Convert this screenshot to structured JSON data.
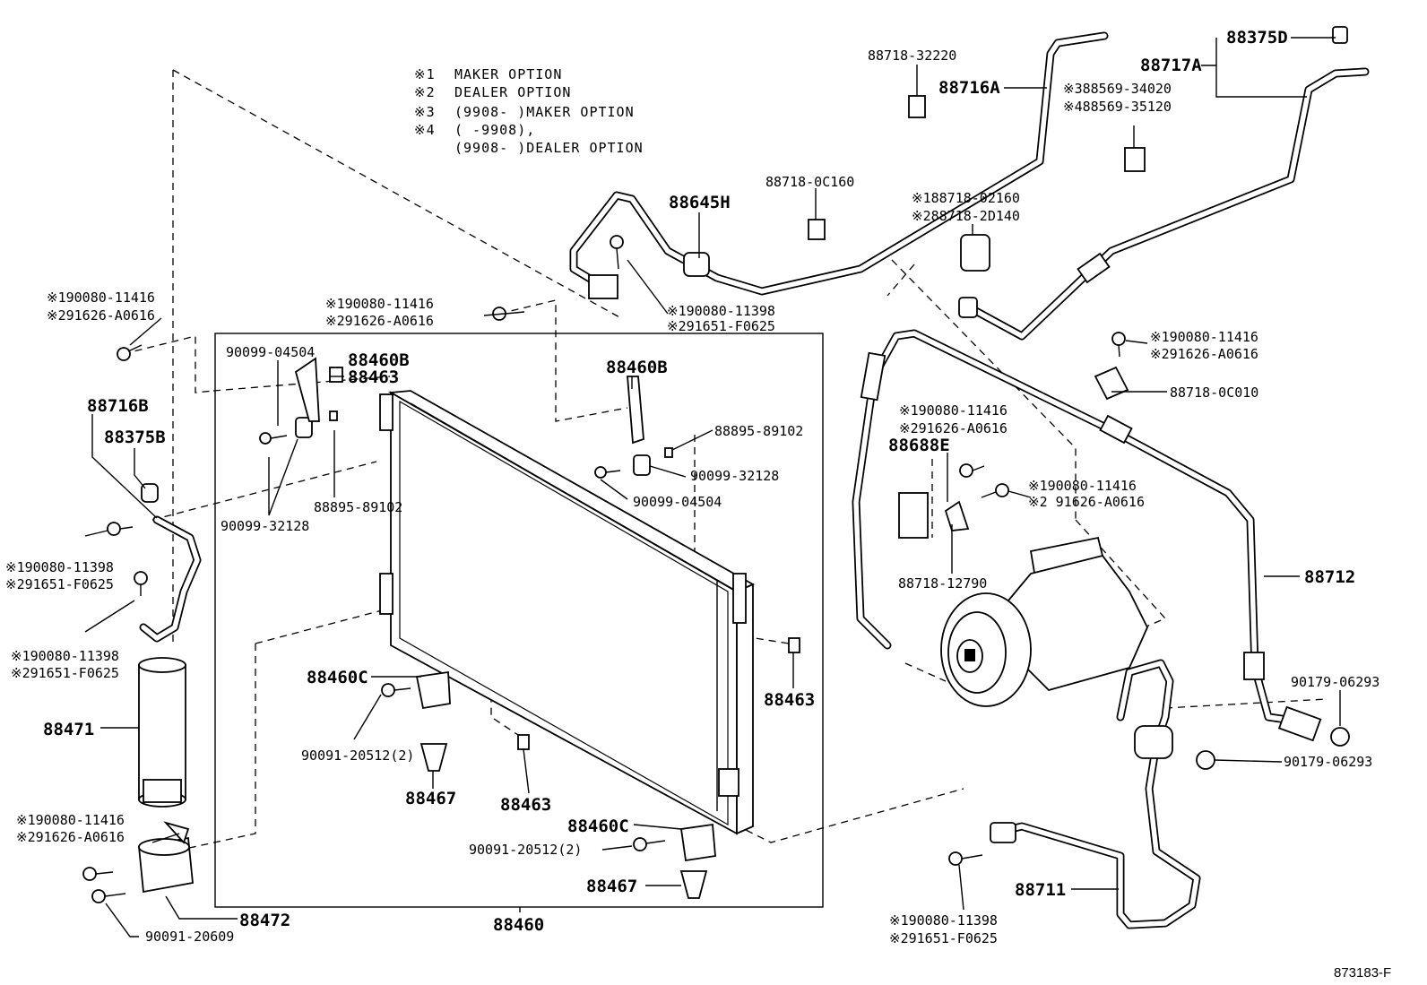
{
  "diagram_id": "873183-F",
  "legend": [
    {
      "mark": "※1",
      "text": "MAKER OPTION"
    },
    {
      "mark": "※2",
      "text": "DEALER OPTION"
    },
    {
      "mark": "※3",
      "text": "(9908-     )MAKER OPTION"
    },
    {
      "mark": "※4",
      "text": "(     -9908),"
    },
    {
      "mark": "",
      "text": "(9908-     )DEALER OPTION"
    }
  ],
  "parts": {
    "p88375D": "88375D",
    "p88717A": "88717A",
    "p88718_32220": "88718-32220",
    "p88716A": "88716A",
    "p3_88569_34020": "※388569-34020",
    "p4_88569_35120": "※488569-35120",
    "p88718_0C160": "88718-0C160",
    "p88645H": "88645H",
    "p1_88718_02160": "※188718-02160",
    "p2_88718_2D140": "※288718-2D140",
    "p1_90080_11416_a": "※190080-11416",
    "p2_91626_A0616_a": "※291626-A0616",
    "p1_90080_11416_b": "※190080-11416",
    "p2_91626_A0616_b": "※291626-A0616",
    "p1_90080_11398_a": "※190080-11398",
    "p2_91651_F0625_a": "※291651-F0625",
    "p1_90080_11416_c": "※190080-11416",
    "p2_91626_A0616_c": "※291626-A0616",
    "p88718_0C010": "88718-0C010",
    "p90099_04504_a": "90099-04504",
    "p88460B_a": "88460B",
    "p88463_a": "88463",
    "p88460B_b": "88460B",
    "p88895_89102_a": "88895-89102",
    "p90099_32128_a": "90099-32128",
    "p90099_04504_b": "90099-04504",
    "p88895_89102_b": "88895-89102",
    "p90099_32128_b": "90099-32128",
    "p88716B": "88716B",
    "p88375B": "88375B",
    "p1_90080_11398_b": "※190080-11398",
    "p2_91651_F0625_b": "※291651-F0625",
    "p1_90080_11398_c": "※190080-11398",
    "p2_91651_F0625_c": "※291651-F0625",
    "p1_90080_11416_d": "※190080-11416",
    "p2_91626_A0616_d": "※291626-A0616",
    "p88688E": "88688E",
    "p1_90080_11416_e": "※190080-11416",
    "p2_91626_A0616_e": "※2 91626-A0616",
    "p88718_12790": "88718-12790",
    "p88712": "88712",
    "p88471": "88471",
    "p88460C_a": "88460C",
    "p90091_20512_a": "90091-20512(2)",
    "p88467_a": "88467",
    "p88463_b": "88463",
    "p88463_c": "88463",
    "p90179_06293_a": "90179-06293",
    "p90179_06293_b": "90179-06293",
    "p1_90080_11416_f": "※190080-11416",
    "p2_91626_A0616_f": "※291626-A0616",
    "p88460C_b": "88460C",
    "p90091_20512_b": "90091-20512(2)",
    "p88467_b": "88467",
    "p88711": "88711",
    "p88472": "88472",
    "p90091_20609": "90091-20609",
    "p88460": "88460",
    "p1_90080_11398_d": "※190080-11398",
    "p2_91651_F0625_d": "※291651-F0625"
  }
}
